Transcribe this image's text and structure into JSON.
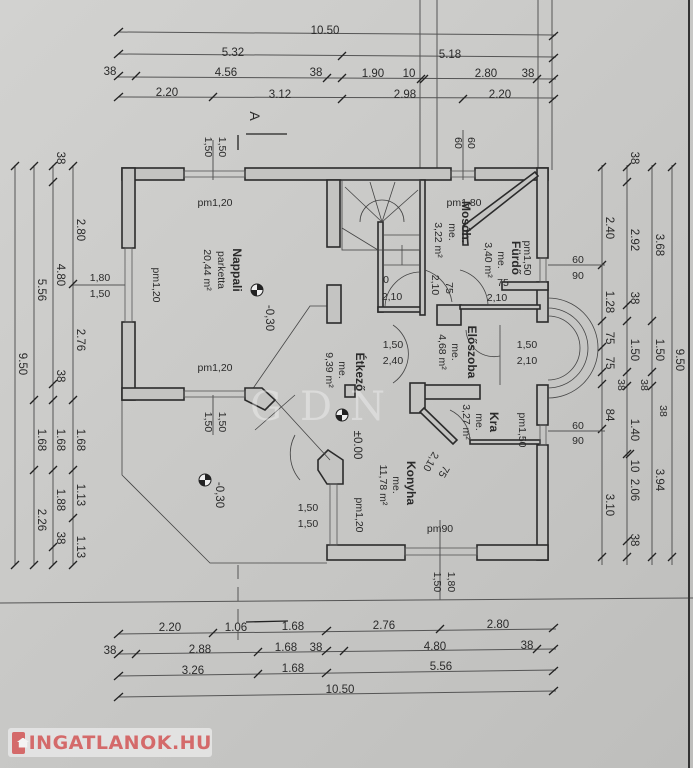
{
  "dims": {
    "top": [
      "10.50",
      "5.32",
      "5.18",
      "38",
      "4.56",
      "38",
      "1.90",
      "10",
      "2.80",
      "38",
      "2.20",
      "3.12",
      "2.98",
      "2.20"
    ],
    "left": [
      "38",
      "2.80",
      "4.80",
      "5.56",
      "2.76",
      "9.50",
      "38",
      "1.68",
      "1.68",
      "1.68",
      "1.13",
      "1.88",
      "2.26",
      "38",
      "1.13"
    ],
    "right": [
      "38",
      "2.40",
      "2.92",
      "3.68",
      "1.28",
      "38",
      "75",
      "1.50",
      "1.50",
      "9.50",
      "75",
      "38",
      "38",
      "38",
      "84",
      "1.40",
      "10",
      "3.94",
      "2.06",
      "3.10",
      "38"
    ],
    "bottom": [
      "2.20",
      "1.06",
      "1.68",
      "2.76",
      "2.80",
      "38",
      "2.88",
      "1.68",
      "38",
      "4.80",
      "38",
      "3.26",
      "1.68",
      "5.56",
      "10.50"
    ]
  },
  "section_marker": "A",
  "openings": {
    "top_left_window": [
      "1,50",
      "1,50"
    ],
    "top_right_window": [
      "60",
      "60"
    ],
    "left_window": [
      "1,80",
      "1,50"
    ],
    "right_upper": [
      "60",
      "90"
    ],
    "right_lower": [
      "60",
      "90"
    ],
    "nappali_bottom": [
      "1,50",
      "1,50"
    ],
    "etkezo_door": [
      "1,50",
      "2,40"
    ],
    "eloszoba_door": [
      "1,50",
      "2,10"
    ],
    "terrace_door": [
      "1,50",
      "1,50"
    ],
    "kitchen_bottom": [
      "1,80",
      "1,50"
    ],
    "stair_door": [
      "0",
      "2,10"
    ],
    "mosoh_door": [
      "2,10",
      "75"
    ],
    "furdo_door": [
      "75",
      "2,10"
    ],
    "kra_door": [
      "2,10",
      "75"
    ]
  },
  "windows": {
    "nappali_top": "pm1,20",
    "nappali_left": "pm1,20",
    "nappali_bottom": "pm1,20",
    "mosoh": "pm1,80",
    "furdo": "pm1,50",
    "kra": "pm1,50",
    "konyha_left": "pm1,20",
    "konyha_bottom": "pm90"
  },
  "levels": {
    "nappali": "-0,30",
    "etkezo": "±0.00",
    "terrace": "-0,30"
  },
  "rooms": {
    "nappali": {
      "name": "Nappali",
      "floor": "parketta",
      "area": "20,44 m²"
    },
    "etkezo": {
      "name": "Étkező",
      "floor": "me.",
      "area": "9,39 m²"
    },
    "mosoh": {
      "name": "Mosóh.",
      "floor": "me.",
      "area": "3,22 m²"
    },
    "furdo": {
      "name": "Fürdő",
      "floor": "me.",
      "area": "3,40 m²"
    },
    "eloszoba": {
      "name": "Előszoba",
      "floor": "me.",
      "area": "4,68 m²"
    },
    "kra": {
      "name": "Kra",
      "floor": "me.",
      "area": "3,27 m²"
    },
    "konyha": {
      "name": "Konyha",
      "floor": "me.",
      "area": "11,78 m²"
    }
  },
  "watermarks": {
    "site": "INGATLANOK.HU",
    "agency": "GDN"
  },
  "colors": {
    "watermark_red": "#d46a6a",
    "wall": "#c4c4c2",
    "paper": "#cbcbc9"
  }
}
